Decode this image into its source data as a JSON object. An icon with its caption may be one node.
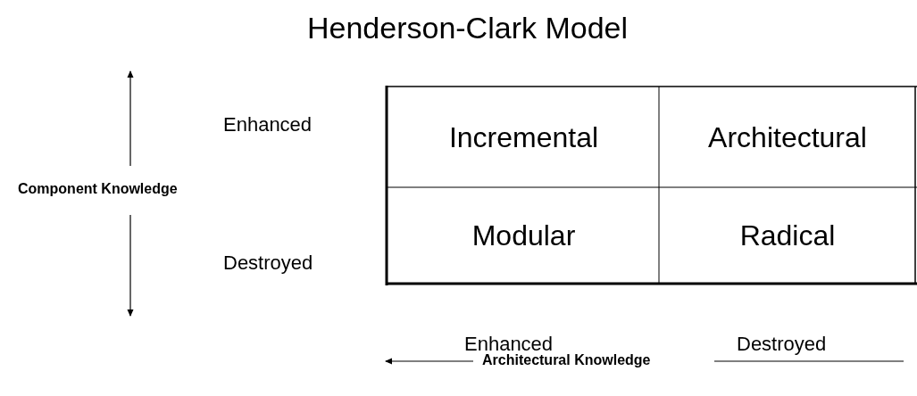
{
  "diagram": {
    "title": "Henderson-Clark Model",
    "nodes": [
      {
        "text": [
          "Incremental"
        ]
      },
      {
        "text": [
          "Architectural"
        ]
      },
      {
        "text": [
          "Modular"
        ]
      },
      {
        "text": [
          "Radical"
        ]
      }
    ],
    "labels": [
      "Enhanced",
      "Component Knowledge",
      "Destroyed",
      "Enhanced",
      "Destroyed",
      "Architectural Knowledge"
    ]
  }
}
